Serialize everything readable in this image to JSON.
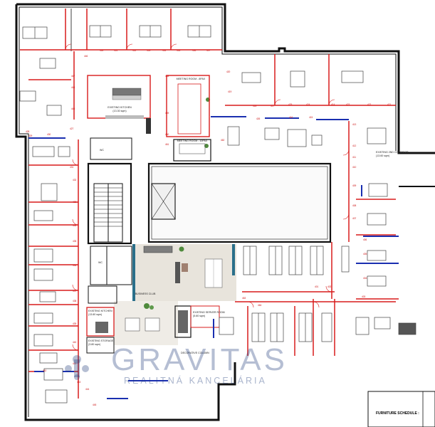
{
  "plan": {
    "labels": {
      "existing_kitchen_top": "EXISTING KITCHEN",
      "existing_kitchen_top_area": "(13.30 sqm)",
      "meeting_room_top": "MEETING ROOM - 8PAX",
      "meeting_room_bottom": "MEETING ROOM - 10PAX",
      "business_club": "BUSINESS CLUB",
      "existing_kitchen_bottom": "EXISTING KITCHEN",
      "existing_kitchen_bottom_area": "(13.60 sqm)",
      "existing_storage": "EXISTING STORAGE",
      "existing_storage_area": "(3.80 sqm)",
      "existing_server_room": "EXISTING SERVER ROOM",
      "existing_server_room_area": "(5.60 sqm)",
      "decorative_column": "DECORATIVE COLUMN",
      "existing_2nd_corridor": "EXISTING 2ND CORRIDOR",
      "existing_2nd_corridor_area": "(13.60 sqm)",
      "wc_left": "WC",
      "wc_right": "WC"
    },
    "room_tags": [
      "401",
      "402",
      "403",
      "404",
      "405",
      "406",
      "407",
      "408",
      "409",
      "410",
      "411",
      "412",
      "413",
      "414",
      "415",
      "416",
      "417",
      "418",
      "419",
      "420",
      "421",
      "422",
      "423",
      "424",
      "425",
      "426",
      "427",
      "428",
      "429",
      "430",
      "431",
      "432",
      "433",
      "434",
      "435",
      "436",
      "437",
      "438",
      "439",
      "440",
      "441",
      "442",
      "443",
      "444",
      "445",
      "446",
      "447",
      "448",
      "449",
      "450",
      "451",
      "452",
      "453",
      "454",
      "455",
      "456",
      "457",
      "458",
      "459",
      "460",
      "461",
      "462",
      "463",
      "464"
    ],
    "watermark": {
      "title": "GRAVITAS",
      "subtitle": "REALITNÁ KANCELÁRIA"
    },
    "furniture_schedule_label": "FURNITURE SCHEDULE :",
    "colors": {
      "wall": "#111111",
      "partition": "#d81b1b",
      "glazing": "#1a2fb0",
      "business_club_floor": "#e8e4dc",
      "greenery": "#4f8a3c",
      "watermark": "#1e3a78"
    }
  }
}
